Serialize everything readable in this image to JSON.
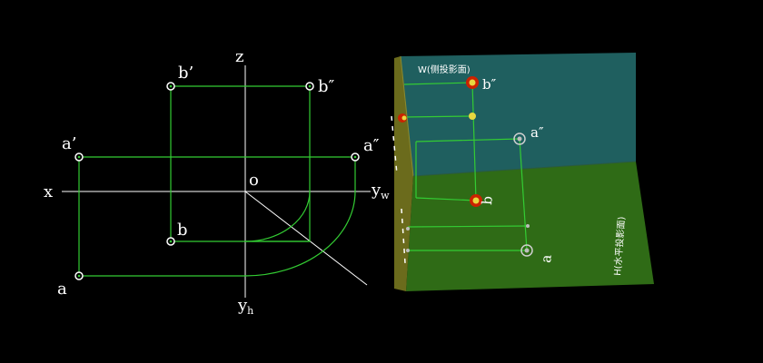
{
  "colors": {
    "background": "#000000",
    "projection_line": "#33cc33",
    "axis_line": "#ffffff",
    "w_plane": "#1f5f5f",
    "h_plane": "#2f6b16",
    "v_plane": "#6b6b1c",
    "point_red": "#cc2200",
    "point_yellow": "#e8d840"
  },
  "diagram_2d": {
    "axis_labels": {
      "x": "x",
      "z": "z",
      "yw": "y",
      "yw_sub": "w",
      "yh": "y",
      "yh_sub": "h",
      "origin": "o"
    },
    "points": {
      "b_prime": "b’",
      "b_double_prime": "b″",
      "a_prime": "a’",
      "a_double_prime": "a″",
      "b": "b",
      "a": "a"
    }
  },
  "diagram_3d": {
    "w_plane_label": "W(侧投影面)",
    "h_plane_label": "H(水平投影面)",
    "points": {
      "b_double_prime": "b″",
      "a_double_prime": "a″",
      "b": "b",
      "a": "a"
    }
  }
}
